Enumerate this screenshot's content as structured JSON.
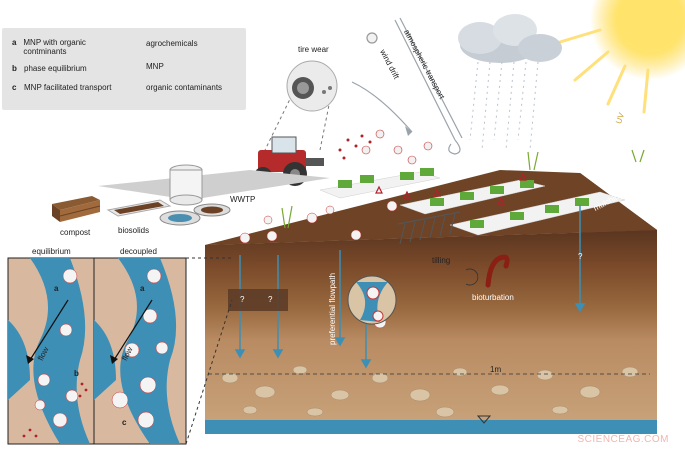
{
  "legend": {
    "a_key": "a",
    "a_text": "MNP with organic contminants",
    "b_key": "b",
    "b_text": "phase equilibrium",
    "c_key": "c",
    "c_text": "MNP facilitated transport",
    "agro_text": "agrochemicals",
    "mnp_text": "MNP",
    "organic_text": "organic contaminants"
  },
  "labels": {
    "tire_wear": "tire wear",
    "wind_drift": "wind drift",
    "atmospheric_transport": "atmospheric transport",
    "uv": "UV",
    "compost": "compost",
    "biosolids": "biosolids",
    "wwtp": "WWTP",
    "mulching": "mulching",
    "tilling": "tilling",
    "bioturbation": "bioturbation",
    "preferential_flowpath": "preferential flowpath",
    "question": "?",
    "depth": "1m"
  },
  "inset": {
    "left_title": "equilibrium",
    "right_title": "decoupled",
    "flow": "flow",
    "a": "a",
    "b": "b",
    "c": "c"
  },
  "colors": {
    "legend_bg": "#e4e4e4",
    "soil_top": "#6b4226",
    "soil_mid": "#8a5a33",
    "soil_deep": "#b98b62",
    "water": "#3d8fb5",
    "agro": "#b3202a",
    "mnp": "#d9d9d9",
    "sun": "#ffd84a"
  },
  "watermark": "SCIENCEAG.COM"
}
